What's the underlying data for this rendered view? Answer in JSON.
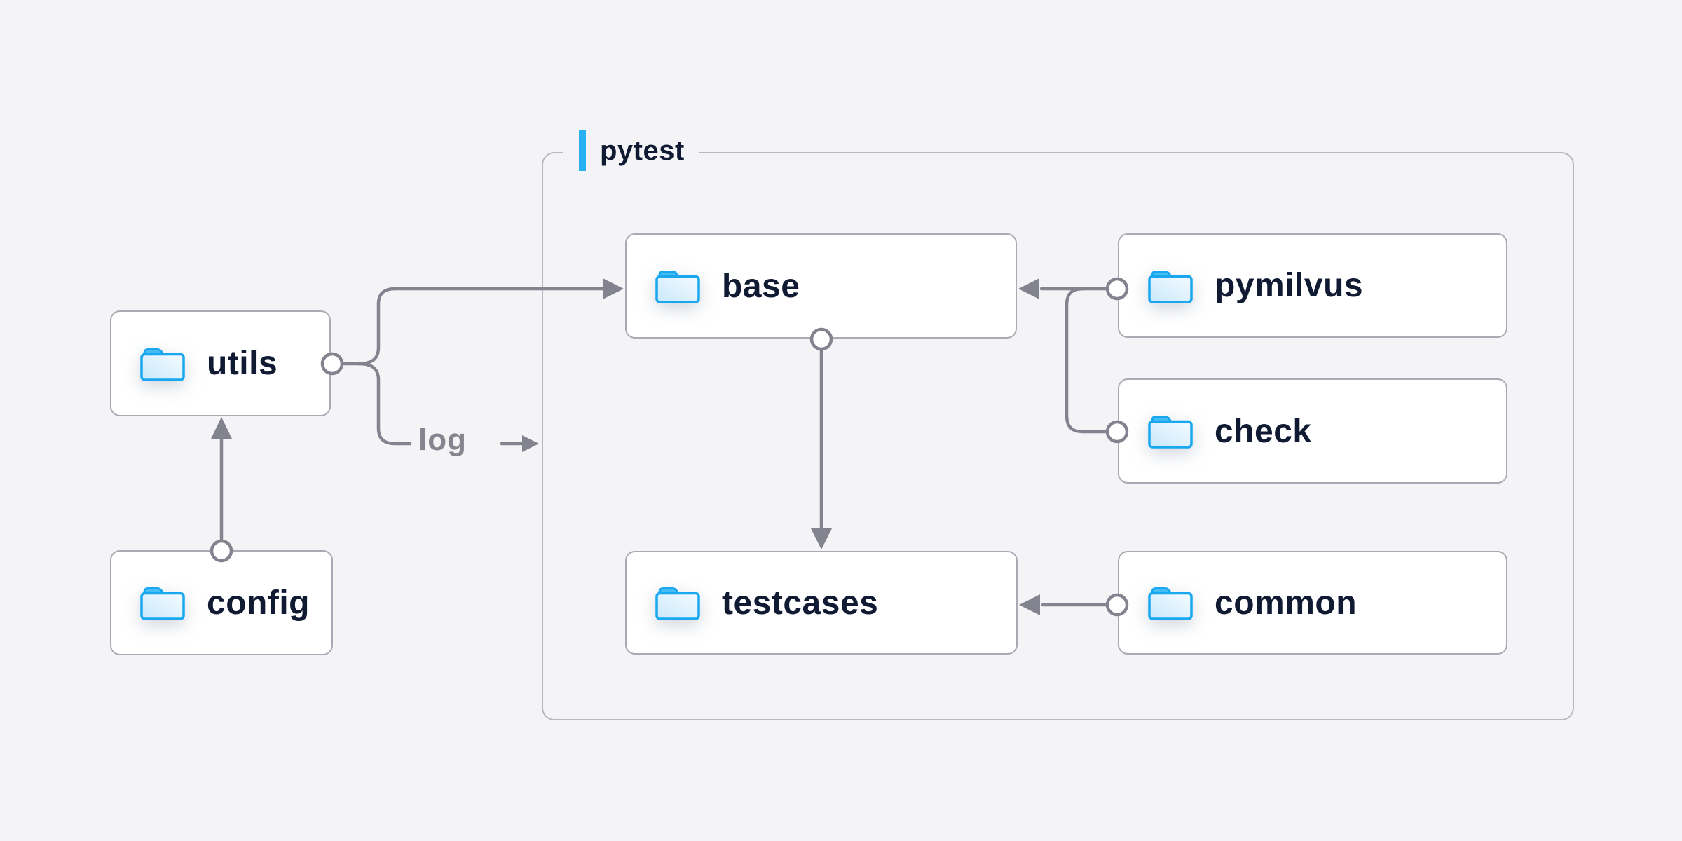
{
  "canvas": {
    "background": "#f4f4f6",
    "line_color": "#83838f",
    "accent_color": "#27b1f3",
    "text_color": "#101b33",
    "node_border_color": "#a9a9b4",
    "group_border_color": "#b7b7c2",
    "folder_icon_color": "#19a8ef"
  },
  "group": {
    "label": "pytest"
  },
  "nodes": [
    {
      "id": "utils",
      "label": "utils"
    },
    {
      "id": "config",
      "label": "config"
    },
    {
      "id": "base",
      "label": "base"
    },
    {
      "id": "testcases",
      "label": "testcases"
    },
    {
      "id": "pymilvus",
      "label": "pymilvus"
    },
    {
      "id": "check",
      "label": "check"
    },
    {
      "id": "common",
      "label": "common"
    }
  ],
  "edges": [
    {
      "from": "config",
      "to": "utils"
    },
    {
      "from": "utils",
      "to": "base"
    },
    {
      "from": "utils",
      "to": "pytest-group",
      "label": "log"
    },
    {
      "from": "base",
      "to": "testcases"
    },
    {
      "from": "pymilvus",
      "to": "base"
    },
    {
      "from": "check",
      "to": "base"
    },
    {
      "from": "common",
      "to": "testcases"
    }
  ],
  "labels": {
    "log": "log"
  }
}
